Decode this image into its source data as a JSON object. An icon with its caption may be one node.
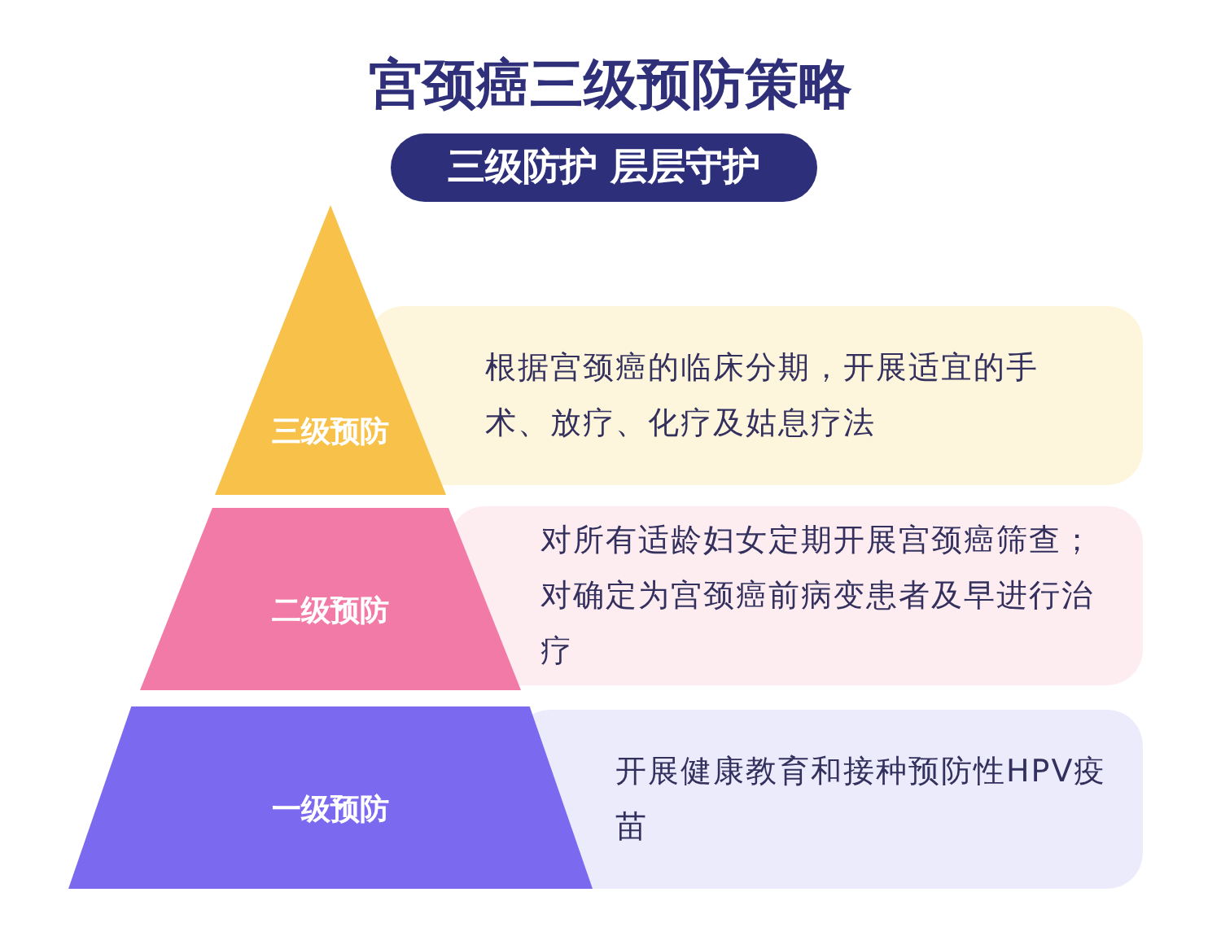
{
  "diagram": {
    "title": "宫颈癌三级预防策略",
    "nodes": [
      {
        "text": [
          "三级防护 层层守护"
        ]
      },
      {
        "text": [
          "根据宫颈癌的临床分期，开展适宜的手术、放疗、化疗及姑息疗法"
        ]
      },
      {
        "text": [
          "对所有适龄妇女定期开展宫颈癌筛查；对确定为宫颈癌前病变患者及早进行治疗"
        ]
      },
      {
        "text": [
          "开展健康教育和接种预防性HPV疫苗"
        ]
      },
      {
        "text": [
          "三级预防"
        ]
      },
      {
        "text": [
          "二级预防"
        ]
      },
      {
        "text": [
          "一级预防"
        ]
      }
    ],
    "edges": []
  }
}
